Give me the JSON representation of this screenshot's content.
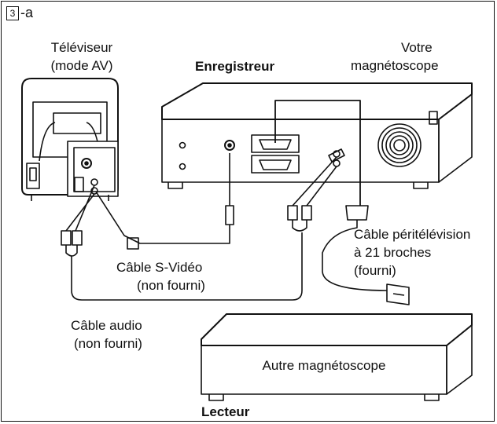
{
  "figure": {
    "step_number": "3",
    "step_suffix": "-a"
  },
  "labels": {
    "tv_line1": "Téléviseur",
    "tv_line2": "(mode AV)",
    "recorder": "Enregistreur",
    "your_vcr_line1": "Votre",
    "your_vcr_line2": "magnétoscope",
    "scart_line1": "Câble péritélévision",
    "scart_line2": "à 21 broches",
    "scart_line3": "(fourni)",
    "svideo_line1": "Câble S-Vidéo",
    "svideo_line2": "(non fourni)",
    "audio_line1": "Câble audio",
    "audio_line2": "(non fourni)",
    "other_vcr": "Autre magnétoscope",
    "player": "Lecteur"
  }
}
